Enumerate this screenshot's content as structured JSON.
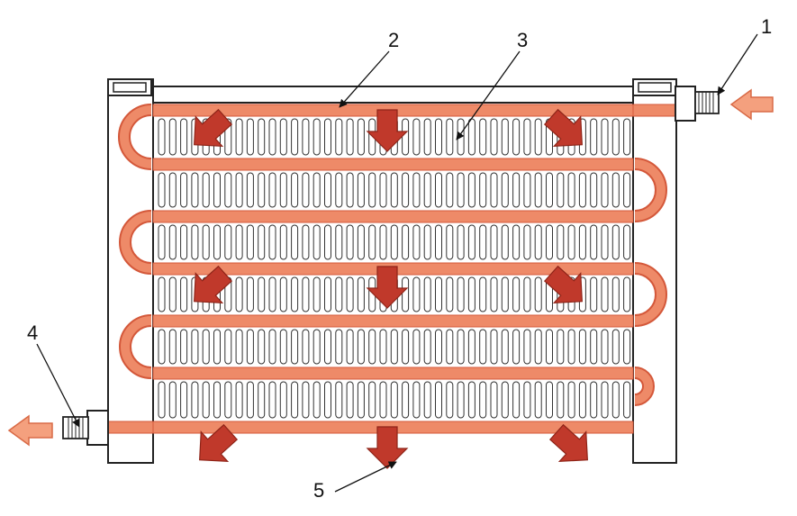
{
  "diagram": {
    "callouts": [
      {
        "id": "1",
        "label": "1"
      },
      {
        "id": "2",
        "label": "2"
      },
      {
        "id": "3",
        "label": "3"
      },
      {
        "id": "4",
        "label": "4"
      },
      {
        "id": "5",
        "label": "5"
      }
    ],
    "colors": {
      "tube": "#ee8a68",
      "tube_edge": "#d4583a",
      "flow_arrow": "#c0392b",
      "flow_arrow_edge": "#8e2418",
      "port_arrow": "#f4a07e",
      "port_arrow_edge": "#d96a46",
      "outline": "#222222",
      "fin": "#333333",
      "background": "#ffffff"
    },
    "icons": {
      "flow": "down-arrow-icon",
      "inlet": "left-arrow-icon",
      "outlet": "left-arrow-icon"
    }
  }
}
